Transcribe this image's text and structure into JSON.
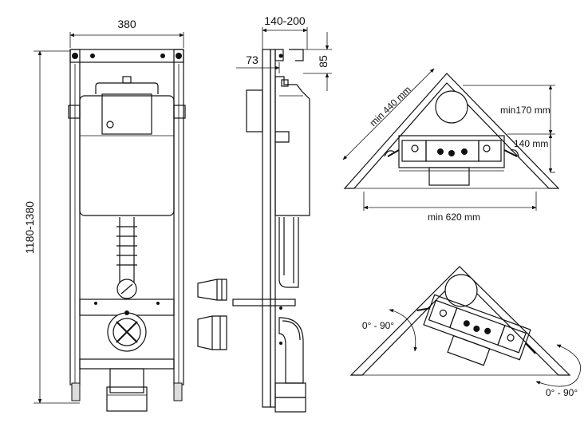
{
  "front_view": {
    "width_label": "380",
    "height_label": "1180-1380"
  },
  "side_view": {
    "depth_label": "140-200",
    "offset_label": "73",
    "top_label": "85"
  },
  "corner_plan": {
    "diagonal_label": "min 440 mm",
    "clearance_label": "min170 mm",
    "frame_depth_label": "140 mm",
    "wall_width_label": "min 620 mm"
  },
  "corner_rotation": {
    "left_angle_label": "0° - 90°",
    "right_angle_label": "0° - 90°"
  }
}
